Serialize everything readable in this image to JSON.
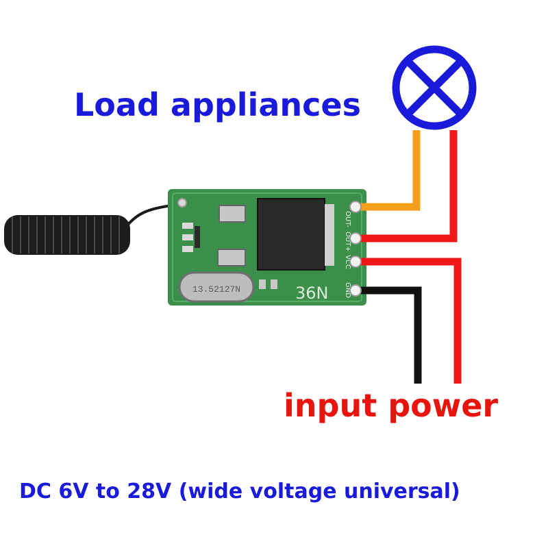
{
  "labels": {
    "load": "Load appliances",
    "power": "input power",
    "spec": "DC 6V to 28V (wide voltage universal)"
  },
  "board": {
    "crystal_marking": "13.52127N",
    "chip_marking": "36N",
    "pins": [
      "OUT-",
      "OUT+",
      "VCC",
      "GND"
    ]
  },
  "colors": {
    "label_blue": "#1a1adb",
    "label_red": "#e8140e",
    "wire_orange": "#f2a01c",
    "wire_red": "#f01818",
    "wire_black": "#111111",
    "pcb_green": "#3c8f4a"
  },
  "icons": [
    "lamp-icon"
  ]
}
